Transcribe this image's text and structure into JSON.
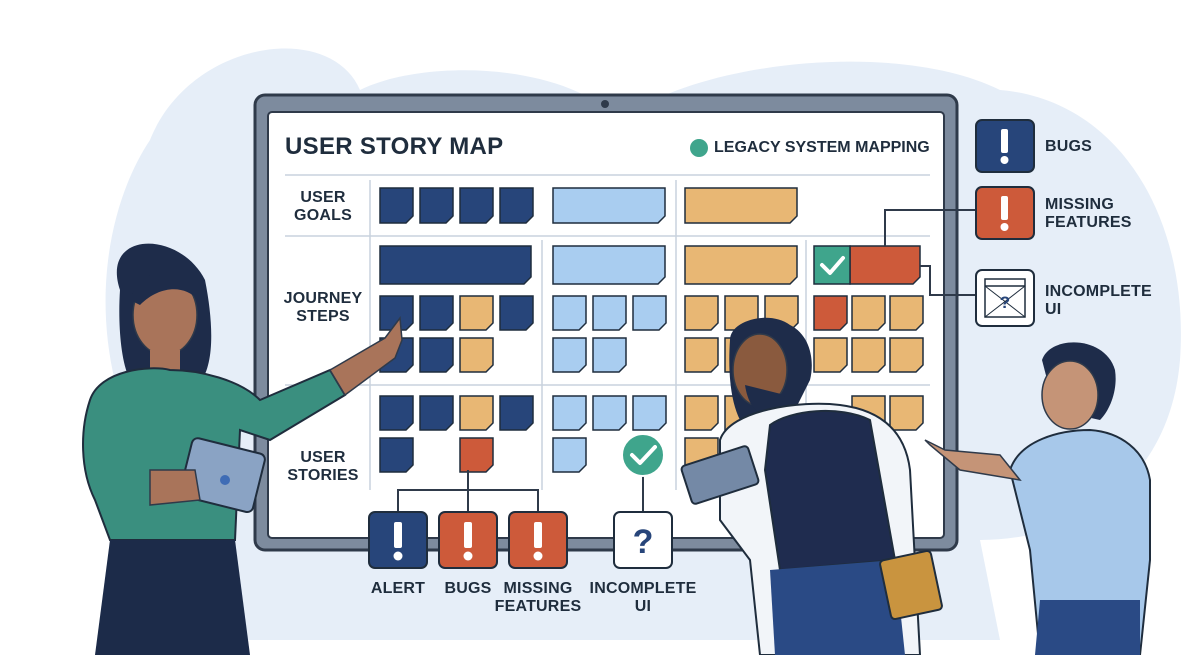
{
  "board": {
    "title": "USER STORY MAP",
    "legend_tag": "LEGACY SYSTEM MAPPING",
    "rows": [
      "USER\nGOALS",
      "JOURNEY\nSTEPS",
      "USER\nSTORIES"
    ]
  },
  "side_legend": [
    {
      "label": "BUGS",
      "icon": "exclamation-icon",
      "color": "#27457a"
    },
    {
      "label": "MISSING\nFEATURES",
      "icon": "exclamation-icon",
      "color": "#cd5a3a"
    },
    {
      "label": "INCOMPLETE\nUI",
      "icon": "question-window-icon",
      "color": "#ffffff"
    }
  ],
  "bottom_legend": [
    {
      "label": "ALERT",
      "icon": "exclamation-icon",
      "color": "#27457a"
    },
    {
      "label": "BUGS",
      "icon": "exclamation-icon",
      "color": "#cd5a3a"
    },
    {
      "label": "MISSING\nFEATURES",
      "icon": "exclamation-icon",
      "color": "#cd5a3a"
    },
    {
      "label": "INCOMPLETE\nUI",
      "icon": "question-icon",
      "color": "#ffffff"
    }
  ],
  "colors": {
    "navy": "#27457a",
    "light_blue": "#a9cdf0",
    "tan": "#e8b774",
    "orange": "#cd5a3a",
    "green": "#3fa58c",
    "background_blob": "#e6eef8"
  }
}
